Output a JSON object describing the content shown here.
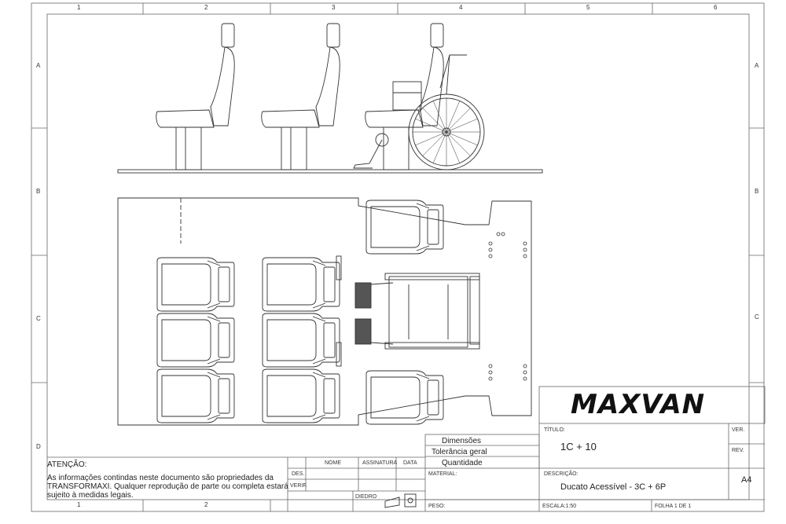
{
  "grid": {
    "columns": [
      "1",
      "2",
      "3",
      "4",
      "5",
      "6"
    ],
    "rows": [
      "A",
      "B",
      "C",
      "D"
    ]
  },
  "logo": {
    "text": "MAXVAN"
  },
  "title_block": {
    "title_label": "TÍTULO:",
    "title_value": "1C + 10",
    "ver_label": "VER.",
    "rev_label": "REV.",
    "desc_label": "DESCRIÇÃO:",
    "desc_value": "Ducato Acessível - 3C + 6P",
    "sheet_size": "A4",
    "scale": "ESCALA:1:50",
    "sheet": "FOLHA 1 DE 1",
    "weight_label": "PESO:",
    "material_label": "MATERIAL:"
  },
  "specs": [
    "Dimensões",
    "Tolerância geral",
    "Quantidade"
  ],
  "notice": {
    "heading": "ATENÇÃO:",
    "line1": "As informações contindas neste documento são propriedades da",
    "line2": "TRANSFORMAXI. Qualquer reprodução de parte ou completa estará",
    "line3": "sujeito à medidas legais."
  },
  "signoff": {
    "col_nome": "NOME",
    "col_assinatura": "ASSINATURA",
    "col_data": "DATA",
    "row_des": "DES.",
    "row_verif": "VERIF.",
    "diedro": "DIEDRO"
  },
  "colors": {
    "line": "#333333",
    "frame": "#555555"
  }
}
